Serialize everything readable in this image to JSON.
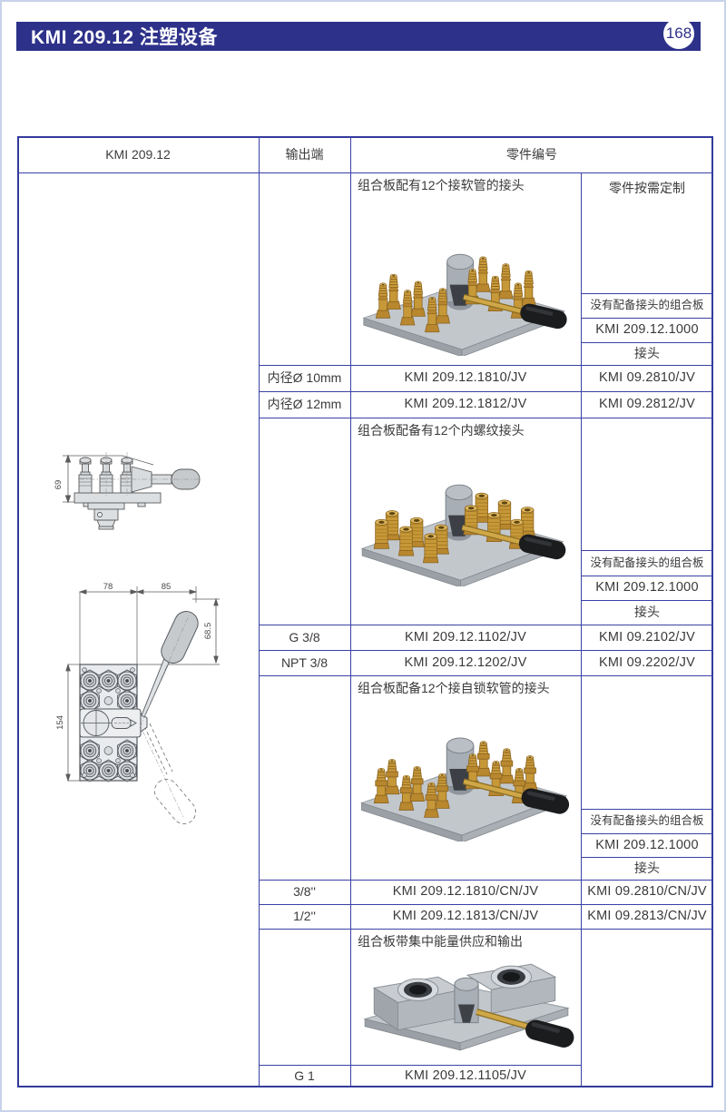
{
  "page": {
    "title": "KMI 209.12 注塑设备",
    "page_number": "168"
  },
  "table_header": {
    "col1": "KMI 209.12",
    "col2": "输出端",
    "col3": "零件编号"
  },
  "side_note": "零件按需定制",
  "sections": [
    {
      "caption": "组合板配有12个接软管的接头",
      "photo": "manifold-with-12-hose-barb-fittings",
      "side_rows": [
        "没有配备接头的组合板",
        "KMI 209.12.1000",
        "接头"
      ],
      "rows": [
        {
          "output": "内径Ø 10mm",
          "part": "KMI 209.12.1810/JV",
          "fitting_part": "KMI 09.2810/JV"
        },
        {
          "output": "内径Ø 12mm",
          "part": "KMI 209.12.1812/JV",
          "fitting_part": "KMI 09.2812/JV"
        }
      ]
    },
    {
      "caption": "组合板配备有12个内螺纹接头",
      "photo": "manifold-with-12-female-thread-fittings",
      "side_rows": [
        "没有配备接头的组合板",
        "KMI 209.12.1000",
        "接头"
      ],
      "rows": [
        {
          "output": "G 3/8",
          "part": "KMI 209.12.1102/JV",
          "fitting_part": "KMI 09.2102/JV"
        },
        {
          "output": "NPT 3/8",
          "part": "KMI 209.12.1202/JV",
          "fitting_part": "KMI 09.2202/JV"
        }
      ]
    },
    {
      "caption": "组合板配备12个接自锁软管的接头",
      "photo": "manifold-with-12-self-locking-hose-fittings",
      "side_rows": [
        "没有配备接头的组合板",
        "KMI 209.12.1000",
        "接头"
      ],
      "rows": [
        {
          "output": "3/8''",
          "part": "KMI 209.12.1810/CN/JV",
          "fitting_part": "KMI 09.2810/CN/JV"
        },
        {
          "output": "1/2''",
          "part": "KMI 209.12.1813/CN/JV",
          "fitting_part": "KMI 09.2813/CN/JV"
        }
      ]
    },
    {
      "caption": "组合板带集中能量供应和输出",
      "photo": "manifold-with-central-energy-supply",
      "side_rows": [],
      "rows": [
        {
          "output": "G 1",
          "part": "KMI 209.12.1105/JV",
          "fitting_part": ""
        }
      ]
    }
  ],
  "drawings": {
    "side_view_height": "69",
    "top_view_width_left": "78",
    "top_view_width_right": "85",
    "top_view_lever_height": "68.5",
    "top_view_plate_height": "154"
  },
  "colors": {
    "navy": "#2d3189",
    "table_border": "#3a41a5",
    "text": "#3a3a3a"
  }
}
